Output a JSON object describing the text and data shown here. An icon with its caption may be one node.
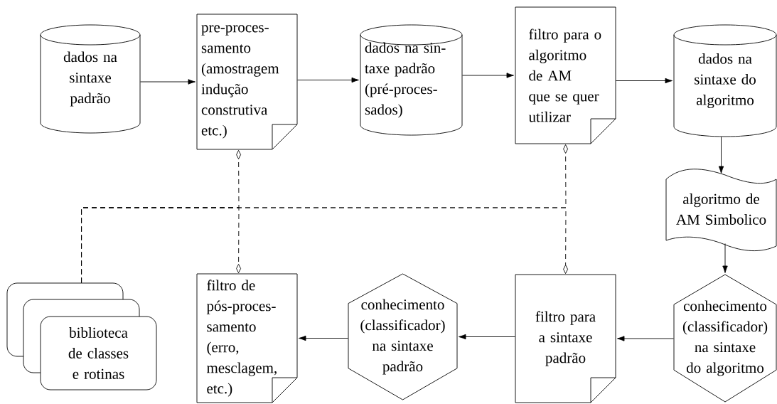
{
  "diagram": {
    "nodes": [
      {
        "text": [
          "dados na sintaxe padrão"
        ]
      },
      {
        "text": [
          "pre-proces- samento (amostragem indução construtiva etc.)"
        ]
      },
      {
        "text": [
          "dados na sin- taxe padrão (pré-proces- sados)"
        ]
      },
      {
        "text": [
          "filtro para o algoritmo de AM que se quer utilizar"
        ]
      },
      {
        "text": [
          "dados na sintaxe do algoritmo"
        ]
      },
      {
        "text": [
          "algoritmo de AM Simbolico"
        ]
      },
      {
        "text": [
          "conhecimento (classificador) na sintaxe do algoritmo"
        ]
      },
      {
        "text": [
          "filtro para a sintaxe padrão"
        ]
      },
      {
        "text": [
          "conhecimento (classificador) na sintaxe padrão"
        ]
      },
      {
        "text": [
          "filtro de pós-proces- samento (erro, mesclagem, etc.)"
        ]
      },
      {
        "text": [
          "biblioteca de classes e rotinas"
        ]
      }
    ],
    "edges": [
      {
        "from": 0,
        "to": 1,
        "arrow": "to"
      },
      {
        "from": 1,
        "to": 2,
        "arrow": "to"
      },
      {
        "from": 2,
        "to": 3,
        "arrow": "to"
      },
      {
        "from": 3,
        "to": 4,
        "arrow": "to"
      },
      {
        "from": 4,
        "to": 5,
        "arrow": "to"
      },
      {
        "from": 5,
        "to": 6,
        "arrow": "to"
      },
      {
        "from": 6,
        "to": 7,
        "arrow": "to"
      },
      {
        "from": 7,
        "to": 8,
        "arrow": "to"
      },
      {
        "from": 8,
        "to": 9,
        "arrow": "to"
      },
      {
        "from": 10,
        "to": 1,
        "arrow": "other",
        "style": "dashed"
      },
      {
        "from": 10,
        "to": 9,
        "arrow": "other",
        "style": "dashed"
      },
      {
        "from": 10,
        "to": 3,
        "arrow": "other",
        "style": "dashed"
      },
      {
        "from": 10,
        "to": 7,
        "arrow": "other",
        "style": "dashed"
      }
    ]
  }
}
